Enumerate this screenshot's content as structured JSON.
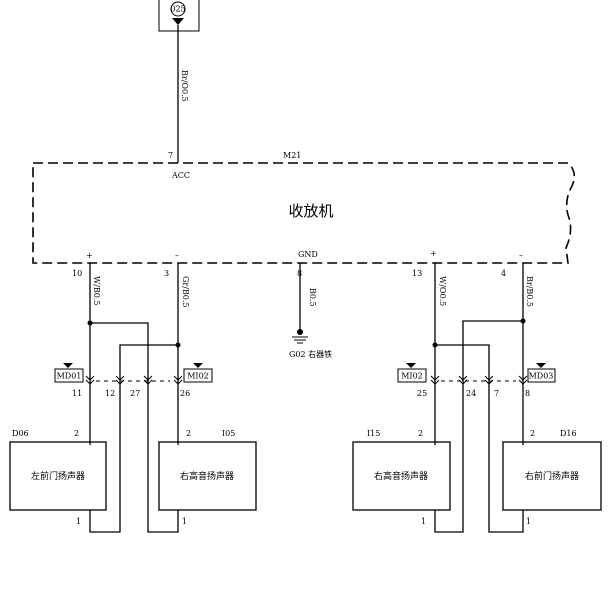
{
  "fuse": {
    "label": "025"
  },
  "top_wire": {
    "color_code": "Br/O0.5",
    "pin": "7",
    "pin_name": "ACC"
  },
  "module": {
    "name": "收放机",
    "connector": "M21",
    "gnd_label": "GND"
  },
  "pins": [
    {
      "pin": "10",
      "polarity": "+",
      "wire": "W/B0.5"
    },
    {
      "pin": "3",
      "polarity": "–",
      "wire": "Gr/B0.5"
    },
    {
      "pin": "8",
      "polarity": "",
      "wire": "B0.5"
    },
    {
      "pin": "13",
      "polarity": "+",
      "wire": "W/O0.5"
    },
    {
      "pin": "4",
      "polarity": "–",
      "wire": "Br/B0.5"
    }
  ],
  "ground": {
    "label": "G02 右器铁"
  },
  "connectors": [
    "MD01",
    "MI02",
    "MI02",
    "MD03"
  ],
  "inline_pins": [
    "11",
    "12",
    "27",
    "26",
    "25",
    "24",
    "7",
    "8"
  ],
  "speakers": [
    {
      "ref": "D06",
      "name": "左前门扬声器",
      "pin_top": "2",
      "pin_bottom": "1"
    },
    {
      "ref": "I05",
      "name": "右高音扬声器",
      "pin_top": "2",
      "pin_bottom": "1"
    },
    {
      "ref": "I15",
      "name": "右高音扬声器",
      "pin_top": "2",
      "pin_bottom": "1"
    },
    {
      "ref": "D16",
      "name": "右前门扬声器",
      "pin_top": "2",
      "pin_bottom": "1"
    }
  ]
}
